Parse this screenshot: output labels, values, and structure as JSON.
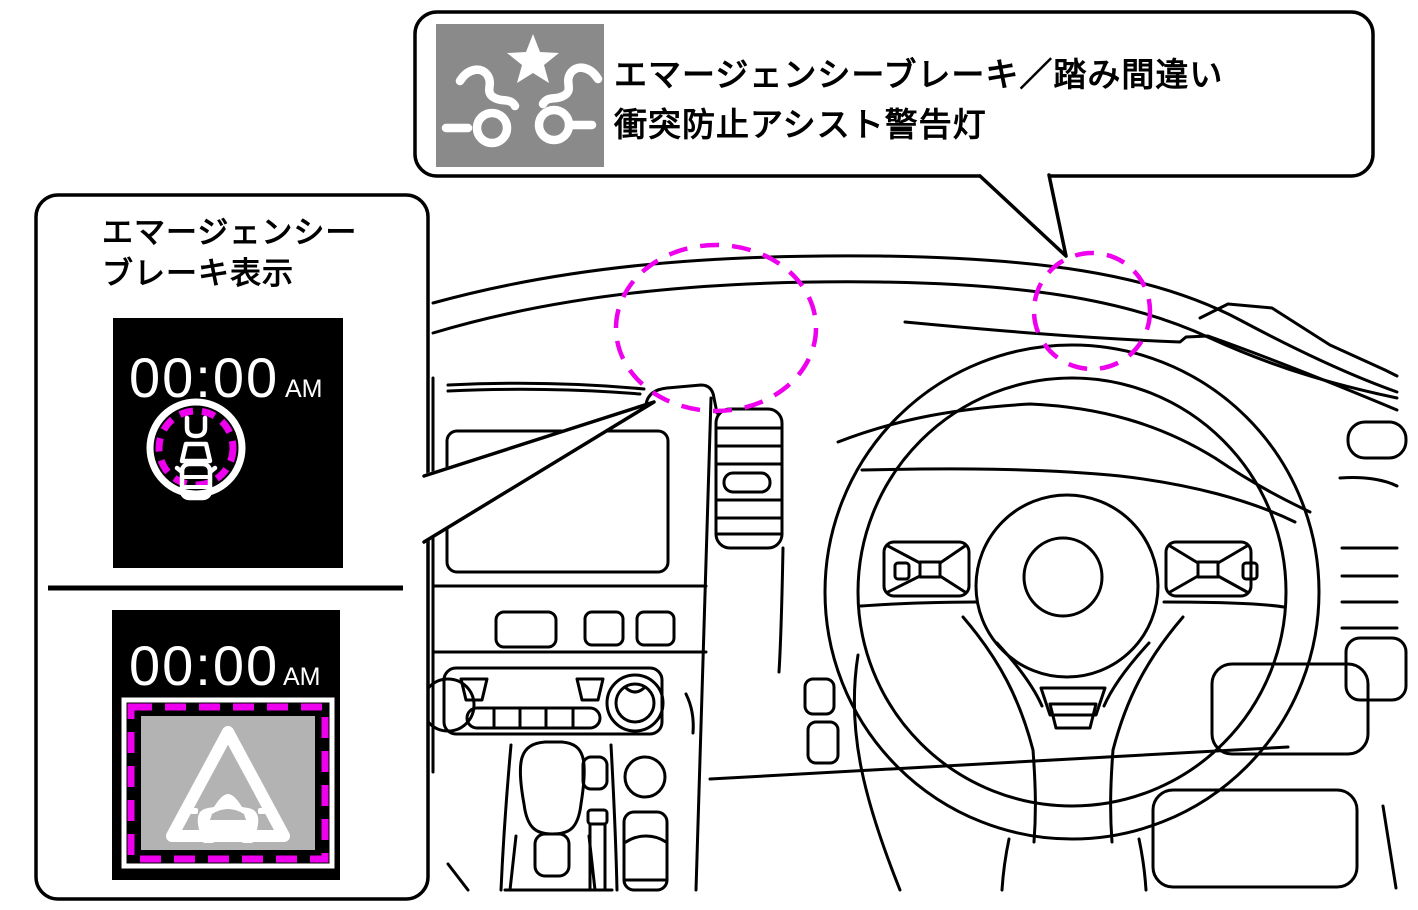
{
  "colors": {
    "highlight_magenta": "#ee00ee",
    "warning_icon_bg": "#8a8a8a",
    "display_bg": "#000000",
    "display_icon_bg": "#b3b3b3",
    "line_art": "#000000",
    "display_text": "#ffffff"
  },
  "top_callout": {
    "icon": "forward-collision-warning-icon",
    "label_line1": "エマージェンシーブレーキ／踏み間違い",
    "label_line2": "衝突防止アシスト警告灯"
  },
  "left_callout": {
    "title_line1": "エマージェンシー",
    "title_line2": "ブレーキ表示",
    "display_top": {
      "time": "00:00",
      "meridiem": "AM",
      "icon": "emergency-brake-vehicle-ahead-icon"
    },
    "display_bottom": {
      "time": "00:00",
      "meridiem": "AM",
      "icon": "collision-warning-triangle-car-icon"
    }
  },
  "highlights": {
    "left_ring": "head-up-display-area",
    "right_ring": "instrument-cluster-area"
  }
}
